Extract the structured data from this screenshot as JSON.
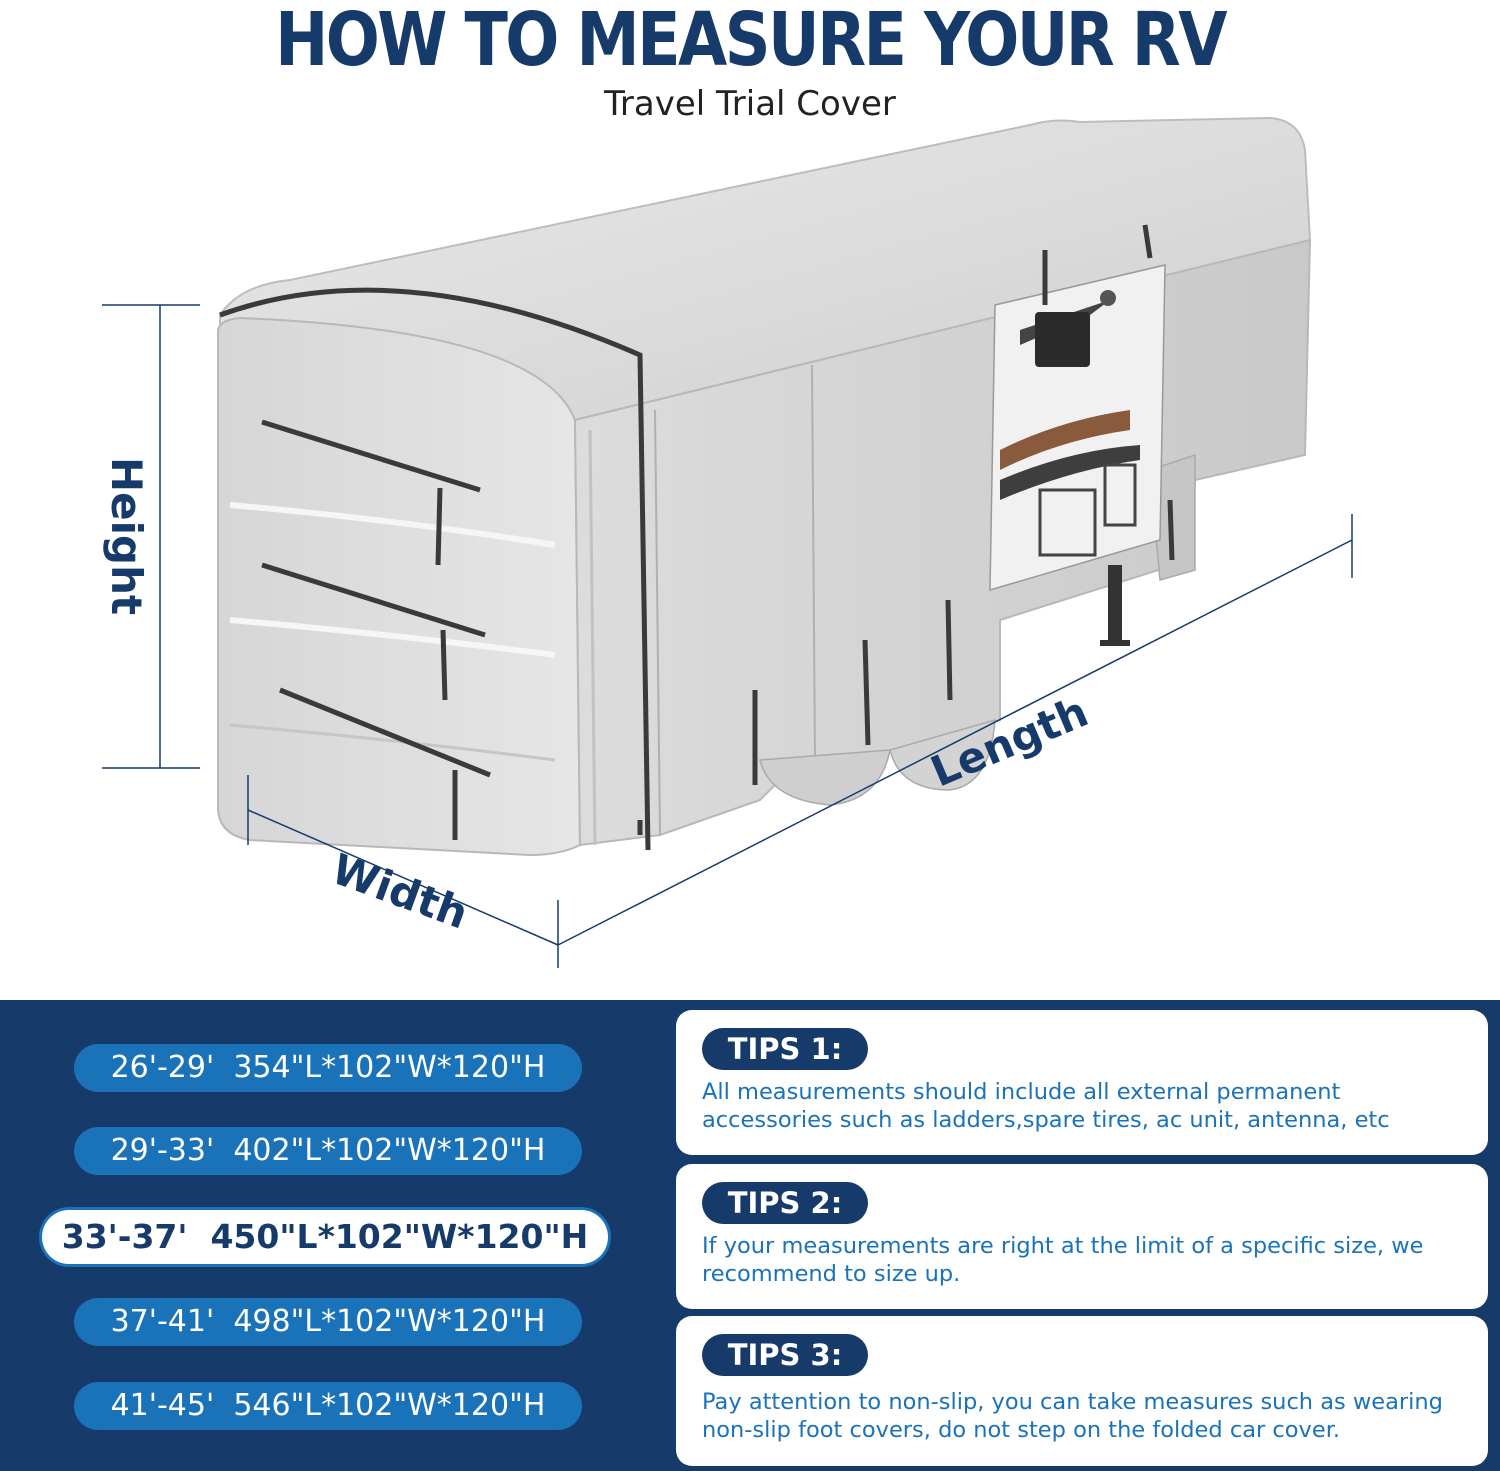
{
  "header": {
    "title": "HOW TO MEASURE YOUR RV",
    "subtitle": "Travel Trial Cover"
  },
  "dimensions": {
    "height_label": "Height",
    "width_label": "Width",
    "length_label": "Length"
  },
  "sizes": [
    {
      "range": "26'-29'",
      "dims": "354\"L*102\"W*120\"H",
      "selected": false
    },
    {
      "range": "29'-33'",
      "dims": "402\"L*102\"W*120\"H",
      "selected": false
    },
    {
      "range": "33'-37'",
      "dims": "450\"L*102\"W*120\"H",
      "selected": true
    },
    {
      "range": "37'-41'",
      "dims": "498\"L*102\"W*120\"H",
      "selected": false
    },
    {
      "range": "41'-45'",
      "dims": "546\"L*102\"W*120\"H",
      "selected": false
    }
  ],
  "tips": [
    {
      "label": "TIPS 1:",
      "text": "All measurements should include all external permanent accessories such as ladders,spare tires, ac unit, antenna, etc"
    },
    {
      "label": "TIPS 2:",
      "text": "If your measurements are right at the limit of a specific size, we recommend to size up."
    },
    {
      "label": "TIPS 3:",
      "text": "Pay attention to non-slip, you can take measures such as wearing non-slip foot covers, do not step on the folded car cover."
    }
  ],
  "colors": {
    "navy": "#163a6a",
    "accent_blue": "#1a73b8",
    "cover_gray": "#d9d9d9"
  }
}
